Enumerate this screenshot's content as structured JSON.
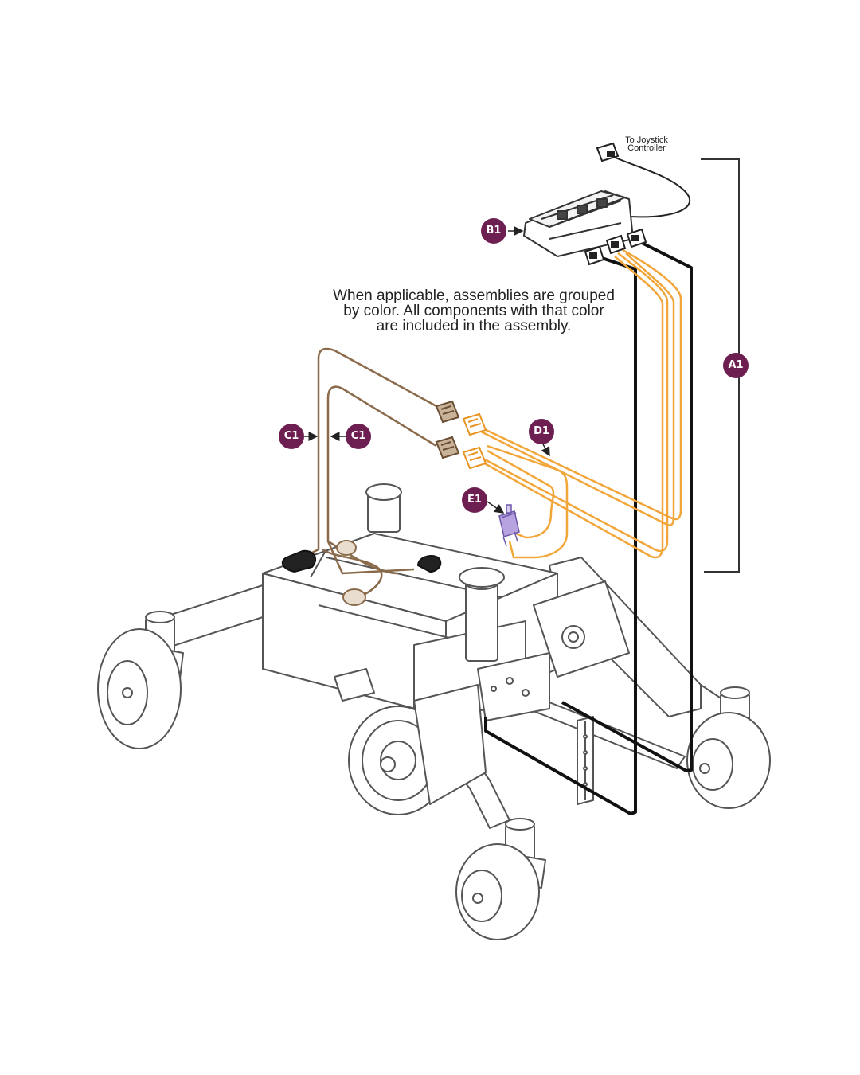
{
  "note": {
    "line1": "When applicable, assemblies are grouped",
    "line2": "by color. All components with that color",
    "line3": "are included in the assembly."
  },
  "joystick_label": {
    "line1": "To Joystick",
    "line2": "Controller"
  },
  "callouts": {
    "a1": "A1",
    "b1": "B1",
    "c1_left": "C1",
    "c1_right": "C1",
    "d1": "D1",
    "e1": "E1"
  },
  "colors": {
    "callout": "#6e1f52",
    "assembly_c_brown": "#8a6a4a",
    "assembly_d_orange": "#f2a63a",
    "assembly_e_purple": "#9b7fcf",
    "cable_black": "#111111",
    "line_art": "#555555"
  }
}
